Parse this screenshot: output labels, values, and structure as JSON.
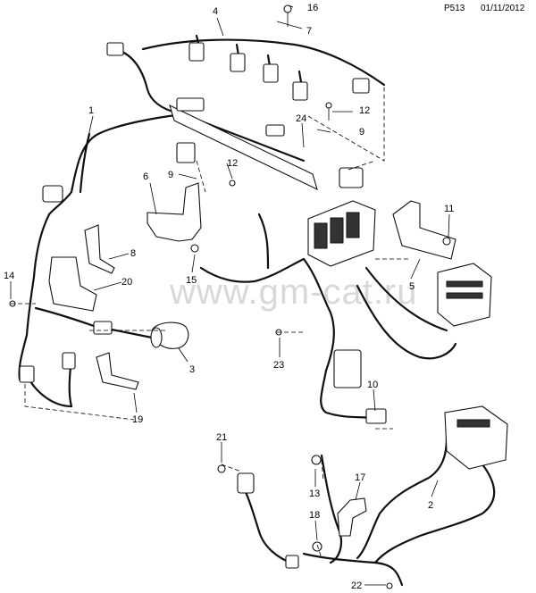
{
  "header": {
    "page_code": "P513",
    "date": "01/11/2012"
  },
  "watermark": "www.gm-cat.ru",
  "callouts": [
    "1",
    "2",
    "3",
    "4",
    "5",
    "6",
    "7",
    "8",
    "9",
    "9",
    "10",
    "11",
    "12",
    "12",
    "13",
    "14",
    "15",
    "16",
    "17",
    "18",
    "19",
    "20",
    "21",
    "22",
    "23",
    "24"
  ]
}
